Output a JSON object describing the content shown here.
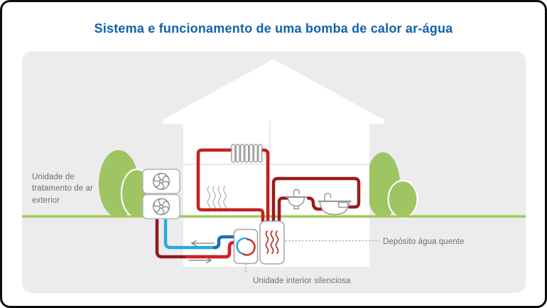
{
  "title": {
    "text": "Sistema e funcionamento de uma bomba de calor ar-água",
    "color": "#0E63AE"
  },
  "diagram": {
    "labels": {
      "outdoor_unit": "Unidade de tratamento de ar exterior",
      "hot_water_tank": "Depósito água quente",
      "indoor_unit": "Unidade interior silenciosa"
    },
    "icons": {
      "fan": "fan-icon",
      "radiator": "radiator-icon",
      "sink": "sink-icon",
      "bathtub": "bathtub-icon",
      "heat_cycle": "heat-cycle-icon",
      "heat_waves": "heat-waves-icon",
      "hot_water_waves": "hot-water-waves-icon"
    },
    "colors": {
      "card_background": "#ECECEC",
      "house": "#FFFFFF",
      "tree_green": "#9FC462",
      "ground_green": "#A3C95E",
      "hot_pipe_red": "#C2211F",
      "hot_pipe_dark_red": "#9B1B1C",
      "cold_pipe_cyan": "#2AA9E0",
      "cold_pipe_blue": "#1C70B5",
      "label_gray": "#6F6F6F",
      "title_blue": "#0E63AE"
    }
  }
}
